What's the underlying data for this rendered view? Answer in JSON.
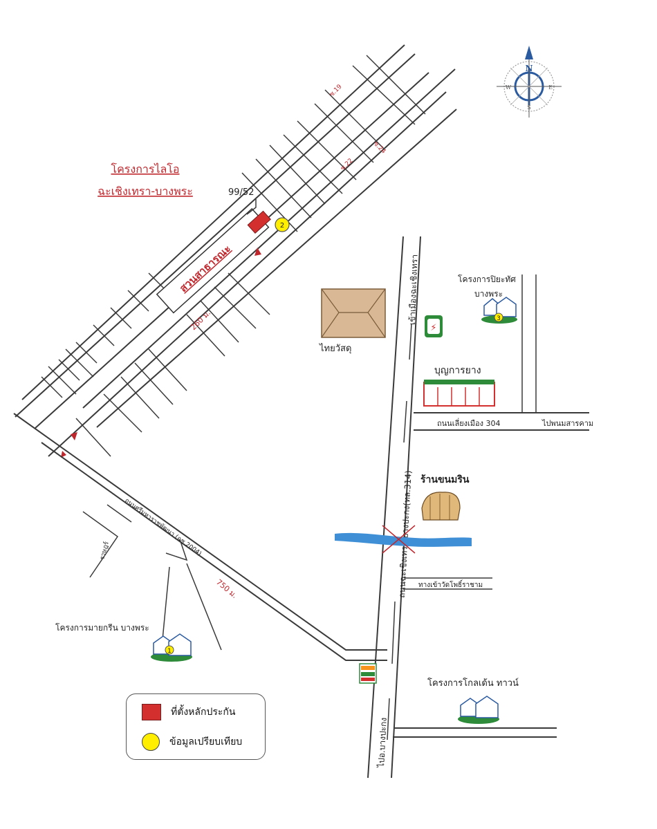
{
  "project_title": {
    "line1": "โครงการไลโอ",
    "line2": "ฉะเชิงเทรา-บางพระ"
  },
  "house_number": "99/52",
  "park_label": "สวนสาธารณะ",
  "compass": {
    "n": "N",
    "s": "S",
    "e": "E",
    "w": "W"
  },
  "soi_labels": {
    "soi_19": "ซ.19",
    "soi_24": "ซ.24",
    "soi_22": "ซ.22"
  },
  "distances": {
    "d260": "260 ม.",
    "d750": "750 ม."
  },
  "road_labels": {
    "to_city": "เข้าเมืองฉะเชิงเทรา",
    "highway": "ถนนฉะเชิงเทรา-บางปะกง(ทล.314)",
    "lieng_muang": "ถนนเลี่ยงเมือง 304",
    "to_phanom": "ไปพนมสารคาม",
    "srimahaphot": "ถนนศรีมหาราชพัฒนา (ฉช.2004)",
    "rat_utit": "ราษฎร์",
    "wat_road": "ทางเข้าวัดโพธิ์ราชาม",
    "to_bangpakong": "ไปอ.บางปะกง"
  },
  "landmarks": {
    "thai_watsadu": "ไทยวัสดุ",
    "bunyakarn": "บุญการยาง",
    "bakery": "ร้านขนมริน",
    "piyatat": {
      "line1": "โครงการปิยะทัศ",
      "line2": "บางพระ",
      "num": "3"
    },
    "my_green": {
      "label": "โครงการมายกรีน บางพระ",
      "num": "1"
    },
    "golden": {
      "label": "โครงการโกลเด้น ทาวน์"
    },
    "compare_point_num": "2"
  },
  "legend": {
    "location": "ที่ตั้งหลักประกัน",
    "compare": "ข้อมูลเปรียบเทียบ"
  },
  "colors": {
    "accent_red": "#c0272d",
    "marker_yellow": "#ffee00",
    "river_blue": "#3f8fd6",
    "shop_green": "#2e8b3a"
  }
}
